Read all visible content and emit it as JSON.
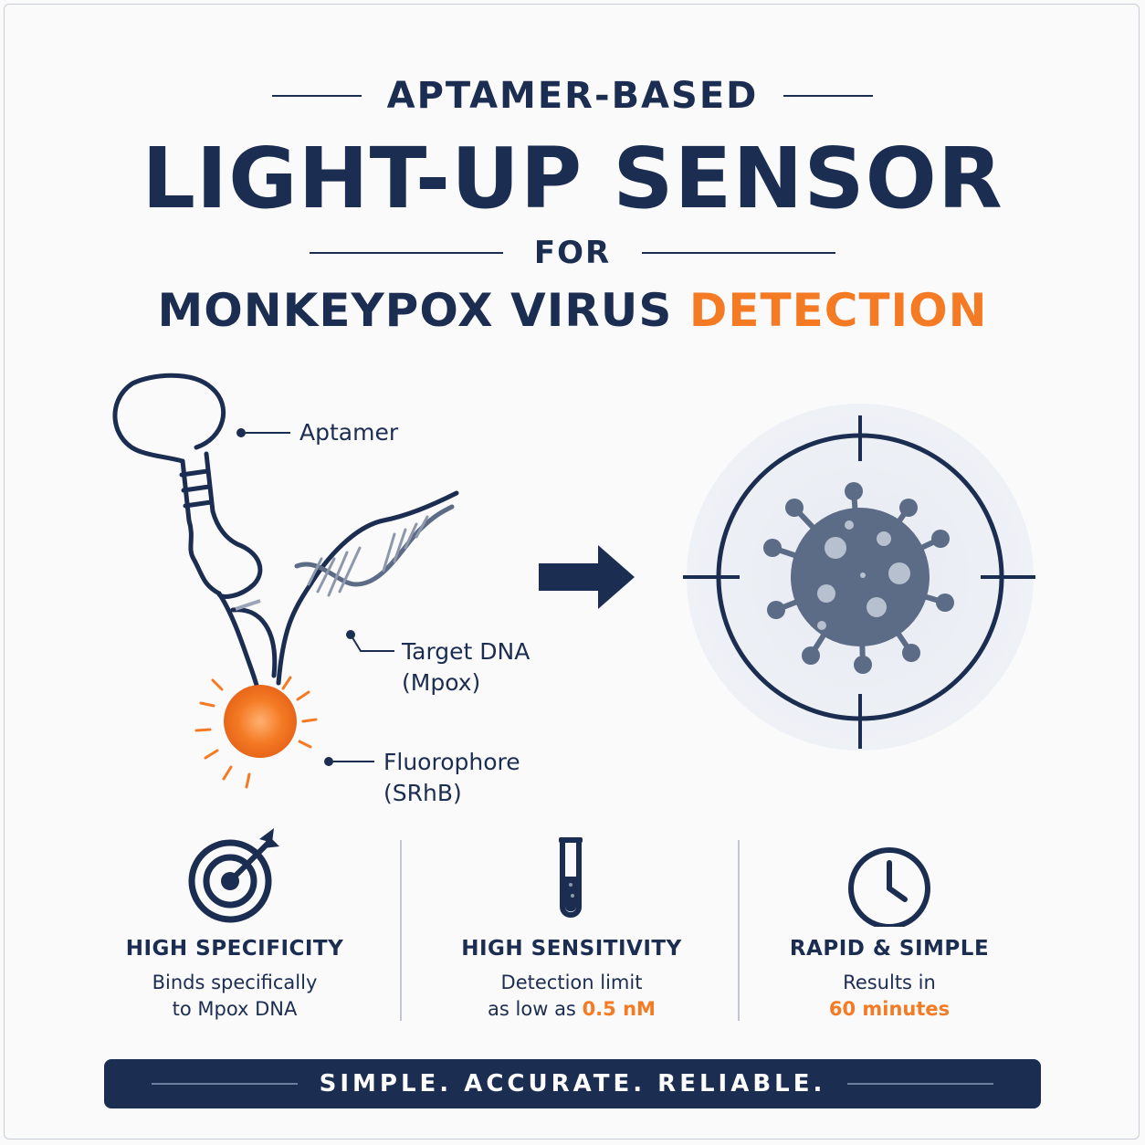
{
  "title": {
    "line1": "APTAMER-BASED",
    "line2": "LIGHT-UP SENSOR",
    "line3": "FOR",
    "line4_part1": "MONKEYPOX VIRUS ",
    "line4_part2": "DETECTION"
  },
  "diagram": {
    "aptamer_label": "Aptamer",
    "target_label_1": "Target DNA",
    "target_label_2": "(Mpox)",
    "fluorophore_label_1": "Fluorophore",
    "fluorophore_label_2": "(SRhB)"
  },
  "features": [
    {
      "title": "HIGH SPECIFICITY",
      "desc1": "Binds specifically",
      "desc2": "to Mpox DNA",
      "icon": "target-arrow-icon"
    },
    {
      "title": "HIGH SENSITIVITY",
      "desc1": "Detection limit",
      "desc2_prefix": "as low as ",
      "desc2_highlight": "0.5 nM",
      "icon": "test-tube-icon"
    },
    {
      "title": "RAPID & SIMPLE",
      "desc1": "Results in",
      "desc2_highlight": "60 minutes",
      "icon": "clock-icon"
    }
  ],
  "banner": "SIMPLE. ACCURATE. RELIABLE.",
  "colors": {
    "navy": "#1c2d52",
    "orange": "#f47a24",
    "virus": "#5c6b86"
  }
}
